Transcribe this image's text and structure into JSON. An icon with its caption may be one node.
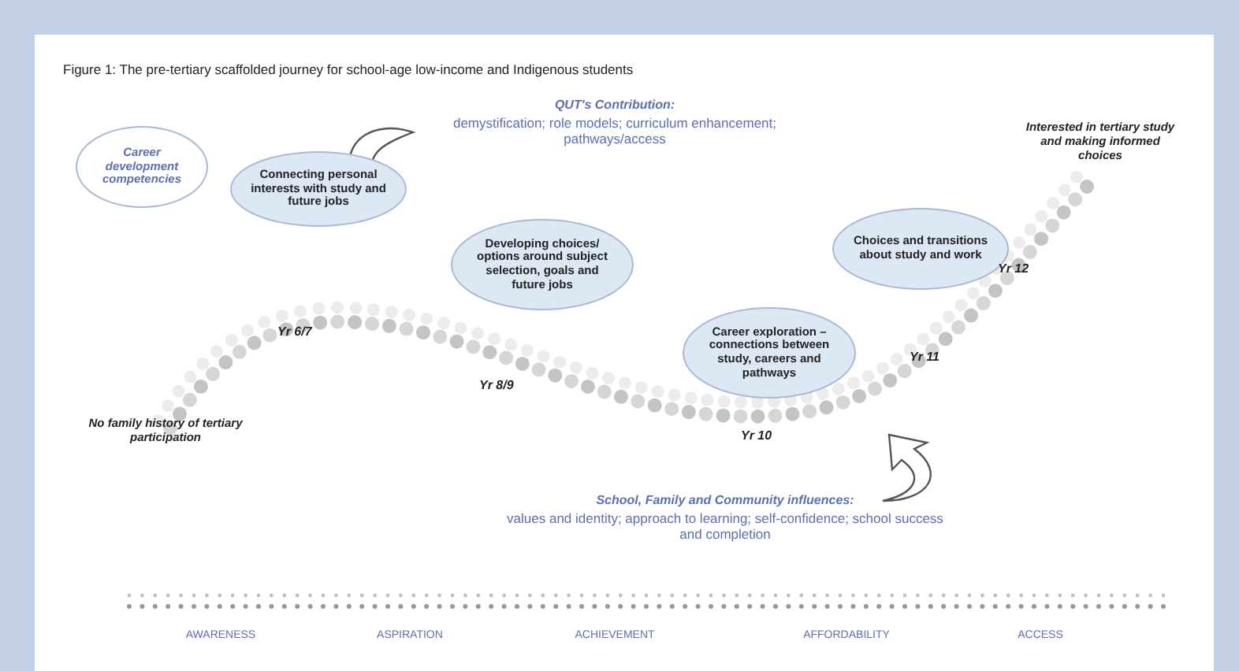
{
  "diagram": {
    "title": "Figure 1: The pre-tertiary scaffolded journey for school-age low-income and Indigenous students",
    "nodes": [
      {
        "text": [
          "Career development competencies"
        ]
      },
      {
        "text": [
          "Connecting personal interests with study and future jobs"
        ]
      },
      {
        "text": [
          "Developing choices/ options around subject selection, goals and future jobs"
        ]
      },
      {
        "text": [
          "Choices and transitions about study and work"
        ]
      },
      {
        "text": [
          "Career exploration – connections between study, careers and pathways"
        ]
      }
    ],
    "labels": [
      "QUT's Contribution:",
      "demystification; role models; curriculum enhancement; pathways/access",
      "Interested in tertiary study and making informed choices",
      "Yr 12",
      "Yr 6/7",
      "Yr 8/9",
      "Yr 11",
      "No family history of tertiary participation",
      "Yr 10",
      "School, Family and Community influences:",
      "values and identity; approach to learning; self-confidence; school success and completion",
      "AWARENESS",
      "ASPIRATION",
      "ACHIEVEMENT",
      "AFFORDABILITY",
      "ACCESS"
    ]
  }
}
